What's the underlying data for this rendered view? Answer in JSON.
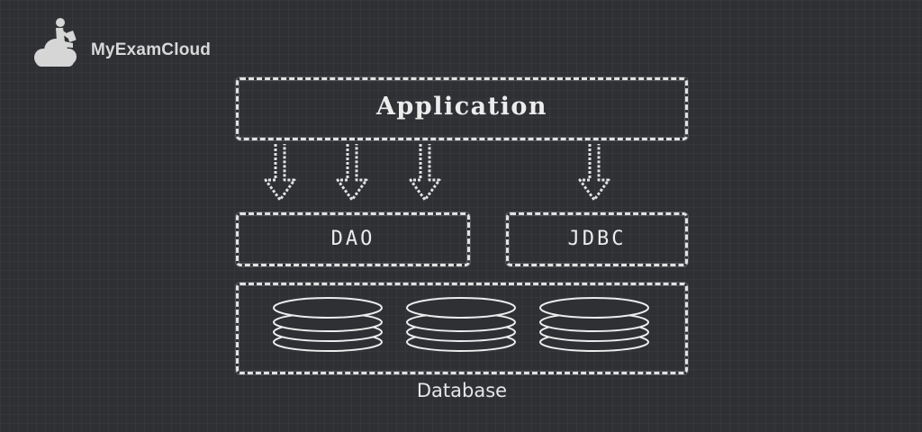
{
  "brand": {
    "name": "MyExamCloud",
    "logo_icon": "reader-on-cloud-icon"
  },
  "diagram": {
    "application_label": "Application",
    "dao_label": "DAO",
    "jdbc_label": "JDBC",
    "database_label": "Database",
    "arrows": [
      {
        "from": "Application",
        "to": "DAO"
      },
      {
        "from": "Application",
        "to": "DAO"
      },
      {
        "from": "Application",
        "to": "DAO"
      },
      {
        "from": "Application",
        "to": "JDBC"
      }
    ],
    "database_icons": [
      "database-stack-icon",
      "database-stack-icon",
      "database-stack-icon"
    ]
  },
  "colors": {
    "background": "#2f3034",
    "chalk": "#e2e2e2",
    "logo": "#d8d8d8"
  }
}
